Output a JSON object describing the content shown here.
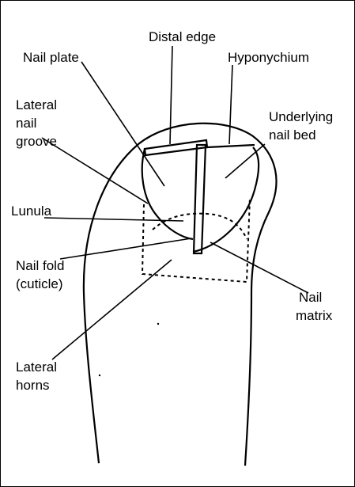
{
  "labels": {
    "distal_edge": "Distal edge",
    "nail_plate": "Nail plate",
    "hyponychium": "Hyponychium",
    "lateral_nail_groove": [
      "Lateral",
      "nail",
      "groove"
    ],
    "underlying_nail_bed": [
      "Underlying",
      "nail bed"
    ],
    "lunula": "Lunula",
    "nail_fold": [
      "Nail fold",
      "(cuticle)"
    ],
    "nail_matrix": [
      "Nail",
      "matrix"
    ],
    "lateral_horns": [
      "Lateral",
      "horns"
    ]
  }
}
